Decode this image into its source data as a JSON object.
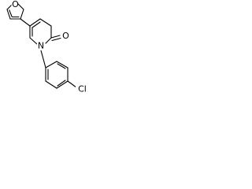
{
  "molecule": {
    "atom_labels": {
      "furan_oxygen": "O",
      "carbonyl_oxygen": "O",
      "ring_nitrogen": "N",
      "chlorine": "Cl"
    }
  }
}
